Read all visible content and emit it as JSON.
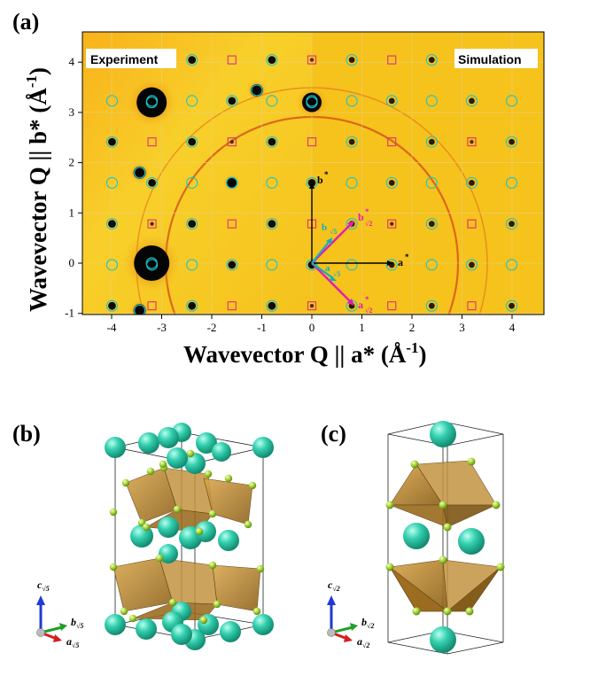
{
  "panel_labels": {
    "a": "(a)",
    "b": "(b)",
    "c": "(c)"
  },
  "diffraction": {
    "y_axis_label": "Wavevector Q || b* (Å",
    "y_axis_exp": "-1",
    "x_axis_label": "Wavevector Q || a* (Å",
    "x_axis_exp": "-1",
    "close_paren": ")",
    "experiment_label": "Experiment",
    "simulation_label": "Simulation",
    "x_ticks": [
      "-4",
      "-3",
      "-2",
      "-1",
      "0",
      "1",
      "2",
      "3",
      "4"
    ],
    "y_ticks": [
      "-1",
      "0",
      "1",
      "2",
      "3",
      "4"
    ],
    "vectors": {
      "b_star": "b",
      "a_star": "a",
      "star": "*",
      "b_sqrt2": "b",
      "a_sqrt2": "a",
      "b_sqrt5": "b",
      "a_sqrt5": "a",
      "sub_sqrt2": "√2",
      "sub_sqrt5": "√5"
    },
    "colors": {
      "background": "#f6c21c",
      "dark_spot": "#111111",
      "circle_marker": "#1cc3c9",
      "square_marker": "#e0307a",
      "magenta_arrow": "#e01fb0",
      "cyan_arrow": "#12b0b8"
    }
  },
  "structure_b": {
    "axis_c": "c",
    "axis_b": "b",
    "axis_a": "a",
    "sub": "√5"
  },
  "structure_c": {
    "axis_c": "c",
    "axis_b": "b",
    "axis_a": "a",
    "sub": "√2"
  },
  "colors": {
    "atom_large": "#2fc7a6",
    "atom_small": "#a6d43a",
    "polyhedron": "#b8862c",
    "axis_c": "#1f3ad8",
    "axis_b": "#1fa02a",
    "axis_a": "#d21f1f"
  }
}
